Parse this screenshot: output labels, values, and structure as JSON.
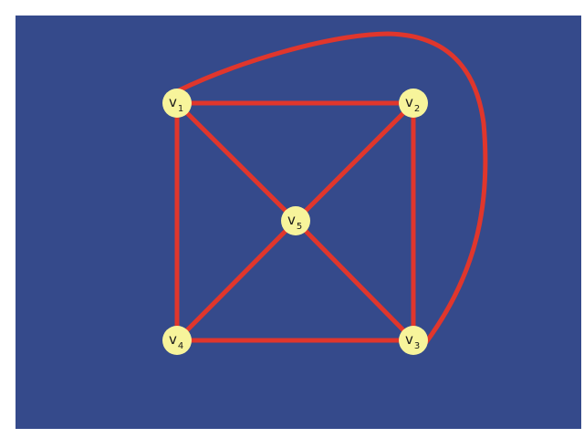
{
  "colors": {
    "background": "#354a8b",
    "edge": "#e0362c",
    "vertex_fill": "#f7f49b",
    "label": "#1a1a1a"
  },
  "graph": {
    "vertices": [
      {
        "id": "v1",
        "base": "v",
        "sub": "1"
      },
      {
        "id": "v2",
        "base": "v",
        "sub": "2"
      },
      {
        "id": "v3",
        "base": "v",
        "sub": "3"
      },
      {
        "id": "v4",
        "base": "v",
        "sub": "4"
      },
      {
        "id": "v5",
        "base": "v",
        "sub": "5"
      }
    ],
    "edges": [
      {
        "from": "v1",
        "to": "v2",
        "style": "straight"
      },
      {
        "from": "v2",
        "to": "v3",
        "style": "straight"
      },
      {
        "from": "v3",
        "to": "v4",
        "style": "straight"
      },
      {
        "from": "v4",
        "to": "v1",
        "style": "straight"
      },
      {
        "from": "v1",
        "to": "v5",
        "style": "straight"
      },
      {
        "from": "v5",
        "to": "v3",
        "style": "straight"
      },
      {
        "from": "v2",
        "to": "v5",
        "style": "straight"
      },
      {
        "from": "v5",
        "to": "v4",
        "style": "straight"
      },
      {
        "from": "v1",
        "to": "v3",
        "style": "outer-curve"
      }
    ]
  }
}
